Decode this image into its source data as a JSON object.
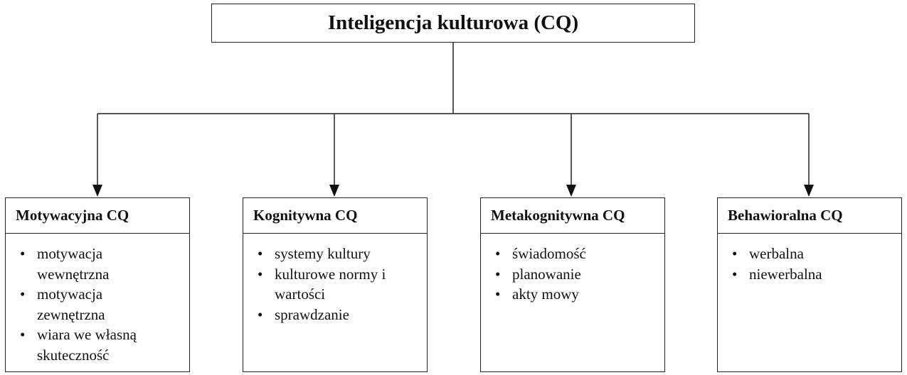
{
  "diagram": {
    "title": "Inteligencja kulturowa (CQ)",
    "categories": [
      {
        "title": "Motywacyjna CQ",
        "items": [
          "motywacja wewnętrzna",
          "motywacja zewnętrzna",
          "wiara we własną skuteczność"
        ]
      },
      {
        "title": "Kognitywna CQ",
        "items": [
          "systemy kultury",
          "kulturowe normy i wartości",
          "sprawdzanie"
        ]
      },
      {
        "title": "Metakognitywna CQ",
        "items": [
          "świadomość",
          "planowanie",
          "akty mowy"
        ]
      },
      {
        "title": "Behawioralna CQ",
        "items": [
          "werbalna",
          "niewerbalna"
        ]
      }
    ]
  }
}
